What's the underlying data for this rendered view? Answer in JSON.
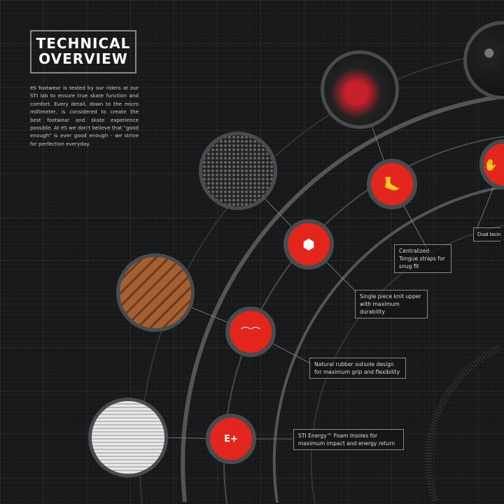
{
  "header": {
    "title_line1": "TECHNICAL",
    "title_line2": "OVERVIEW"
  },
  "intro": "éS footwear is tested by our riders at our STI lab to ensure true skate function and comfort. Every detail, down to the micro millimeter, is considered to create the best footwear and skate experience possible. At éS we don't believe that \"good enough\" is ever good enough - we strive for perfection everyday.",
  "features": [
    {
      "icon": "foot-icon",
      "text": "Centralized Tongue straps for snug fit"
    },
    {
      "icon": "knit-hexagon-icon",
      "text": "Single piece knit upper with maximum durability"
    },
    {
      "icon": "outsole-tread-icon",
      "text": "Natural rubber outsole design for maximum grip and flexibility"
    },
    {
      "icon": "energy-insole-icon",
      "text": "STI Energy™ Foam Insoles for maximum impact and energy return",
      "icon_text": "E+"
    },
    {
      "icon": "lacing-icon",
      "text": "Dual lacin"
    }
  ],
  "colors": {
    "accent": "#e2261d",
    "background": "#17181a"
  }
}
